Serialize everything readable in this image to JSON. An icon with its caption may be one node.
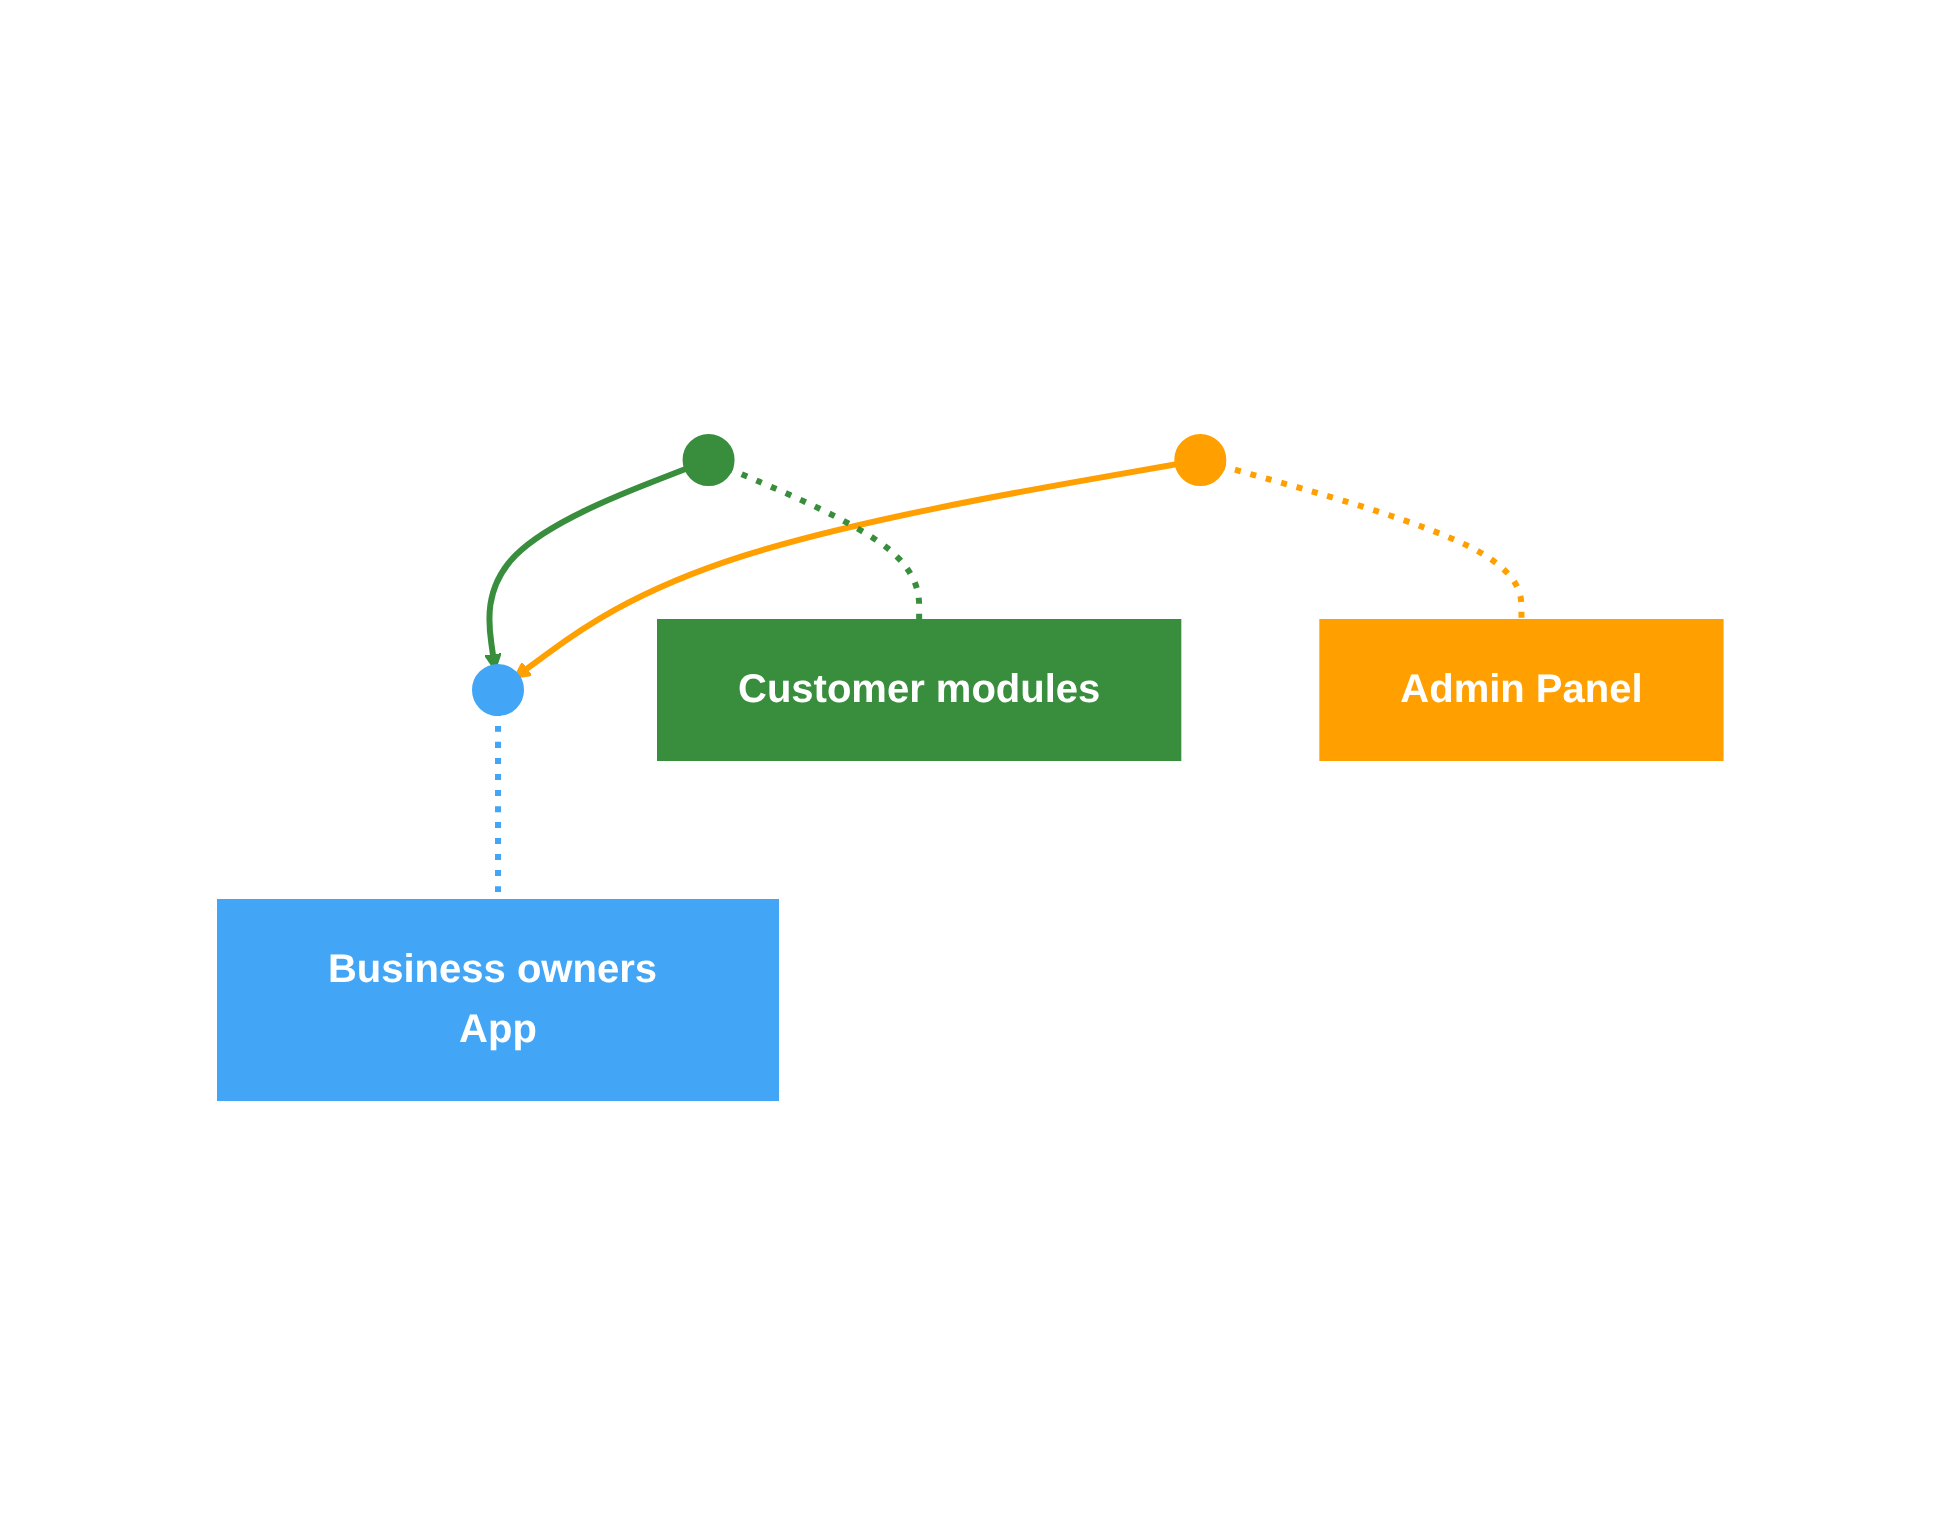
{
  "diagram": {
    "nodes": [
      {
        "text": [],
        "shape": "person"
      },
      {
        "text": [],
        "shape": "person"
      },
      {
        "text": [],
        "shape": "person"
      },
      {
        "text": [
          "Customer modules"
        ]
      },
      {
        "text": [
          "Business owners App"
        ]
      },
      {
        "text": [
          "Admin Panel"
        ]
      }
    ],
    "edges": [
      {
        "from": 0,
        "to": 1,
        "arrow": "to",
        "color": "#388e3c"
      },
      {
        "from": 2,
        "to": 1,
        "arrow": "to",
        "color": "#ffa000"
      },
      {
        "from": 0,
        "to": 3,
        "arrow": "none",
        "style": "dashed",
        "color": "#388e3c"
      },
      {
        "from": 1,
        "to": 4,
        "arrow": "none",
        "style": "dashed",
        "color": "#42a5f5"
      },
      {
        "from": 2,
        "to": 5,
        "arrow": "none",
        "style": "dashed",
        "color": "#ffa000"
      }
    ]
  }
}
